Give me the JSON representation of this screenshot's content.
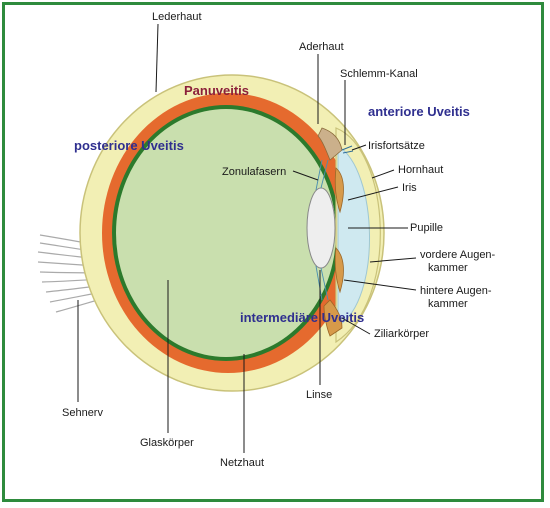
{
  "colors": {
    "frame": "#2e8b3d",
    "sclera": "#f2efb4",
    "sclera_stroke": "#c9c27a",
    "choroid": "#e56a2e",
    "retina": "#2c7a2c",
    "vitreous": "#c9dfae",
    "cornea_chamber": "#cfe9f0",
    "iris": "#d79a4a",
    "lens": "#eeeeee",
    "nerve": "#dddddd",
    "zone_text": "#2f2f8f",
    "panuveitis_text": "#8b1f3a"
  },
  "zones": {
    "panuveitis": "Panuveitis",
    "posterior": "posteriore Uveitis",
    "anterior": "anteriore Uveitis",
    "intermediate": "intermediäre Uveitis"
  },
  "labels": {
    "lederhaut": "Lederhaut",
    "aderhaut": "Aderhaut",
    "schlemm_kanal": "Schlemm-Kanal",
    "irisfortsaetze": "Irisfortsätze",
    "zonulafasern": "Zonulafasern",
    "hornhaut": "Hornhaut",
    "iris": "Iris",
    "pupille": "Pupille",
    "vordere_augenkammer_1": "vordere Augen-",
    "vordere_augenkammer_2": "kammer",
    "hintere_augenkammer_1": "hintere Augen-",
    "hintere_augenkammer_2": "kammer",
    "ziliarkoerper": "Ziliarkörper",
    "linse": "Linse",
    "sehnerv": "Sehnerv",
    "glaskoerper": "Glaskörper",
    "netzhaut": "Netzhaut"
  }
}
